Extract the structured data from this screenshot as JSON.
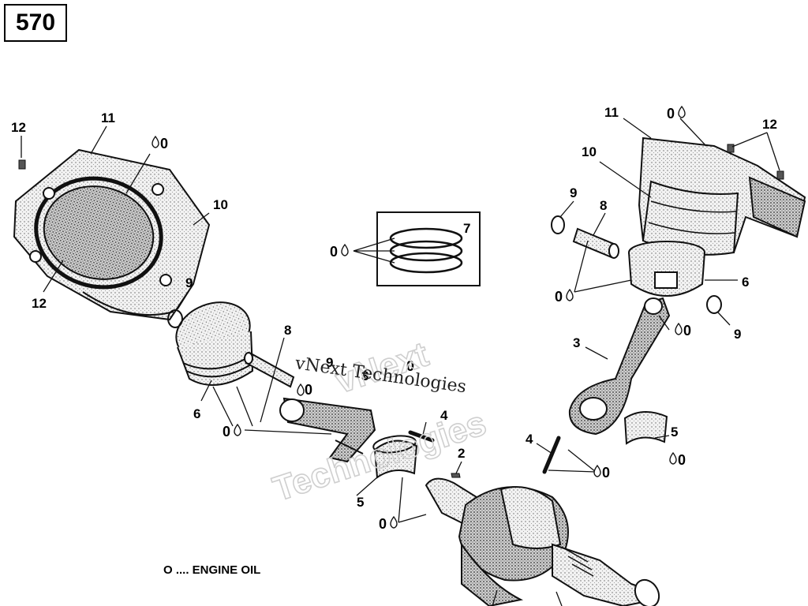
{
  "page": {
    "number": "570"
  },
  "legend": {
    "note": "O .... ENGINE OIL"
  },
  "callouts": {
    "c1": "12",
    "c2": "11",
    "c3": "10",
    "c4": "12",
    "c5": "9",
    "c6": "6",
    "c7": "8",
    "c8": "9",
    "c9": "3",
    "c10": "4",
    "c11": "5",
    "c12": "7",
    "c13": "2",
    "c14": "11",
    "c15": "10",
    "c16": "12",
    "c17": "9",
    "c18": "8",
    "c19": "6",
    "c20": "9",
    "c21": "3",
    "c22": "4",
    "c23": "5"
  },
  "oil_marks": {
    "o1": "0",
    "o2": "0",
    "o3": "0",
    "o4": "0",
    "o5": "0",
    "o6": "0",
    "o7": "0",
    "o8": "0",
    "o9": "0",
    "o10": "0",
    "o11": "0"
  },
  "watermark": {
    "line1": "vNext",
    "line2": "Technologies",
    "line3": "vNext Technologies"
  }
}
